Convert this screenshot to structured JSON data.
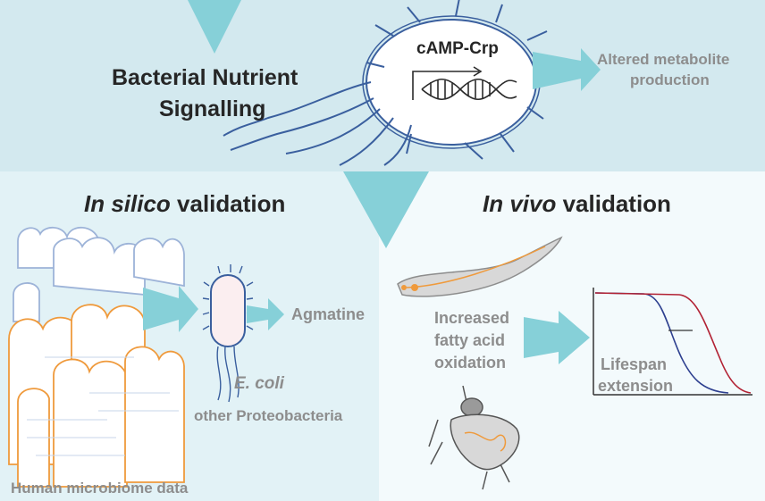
{
  "top": {
    "title_line1": "Bacterial Nutrient",
    "title_line2": "Signalling",
    "regulator": "cAMP-Crp",
    "outcome_line1": "Altered metabolite",
    "outcome_line2": "production"
  },
  "left": {
    "heading_italic": "In silico",
    "heading_rest": " validation",
    "metabolite": "Agmatine",
    "organism": "E. coli",
    "organism_group": "other Proteobacteria",
    "data_source": "Human microbiome data"
  },
  "right": {
    "heading_italic": "In vivo",
    "heading_rest": " validation",
    "effect_line1": "Increased",
    "effect_line2": "fatty acid",
    "effect_line3": "oxidation",
    "result_line1": "Lifespan",
    "result_line2": "extension"
  },
  "colors": {
    "top_background": "#d3e9ef",
    "left_background": "#e2f2f6",
    "right_background": "#f3fafc",
    "arrow": "#86d0d8",
    "bacterium_outline": "#3a5f9e",
    "crowd_blue": "#9db3d8",
    "crowd_orange": "#ef9a3c",
    "survival_curve_control": "#2d3f8f",
    "survival_curve_treated": "#b22234"
  }
}
